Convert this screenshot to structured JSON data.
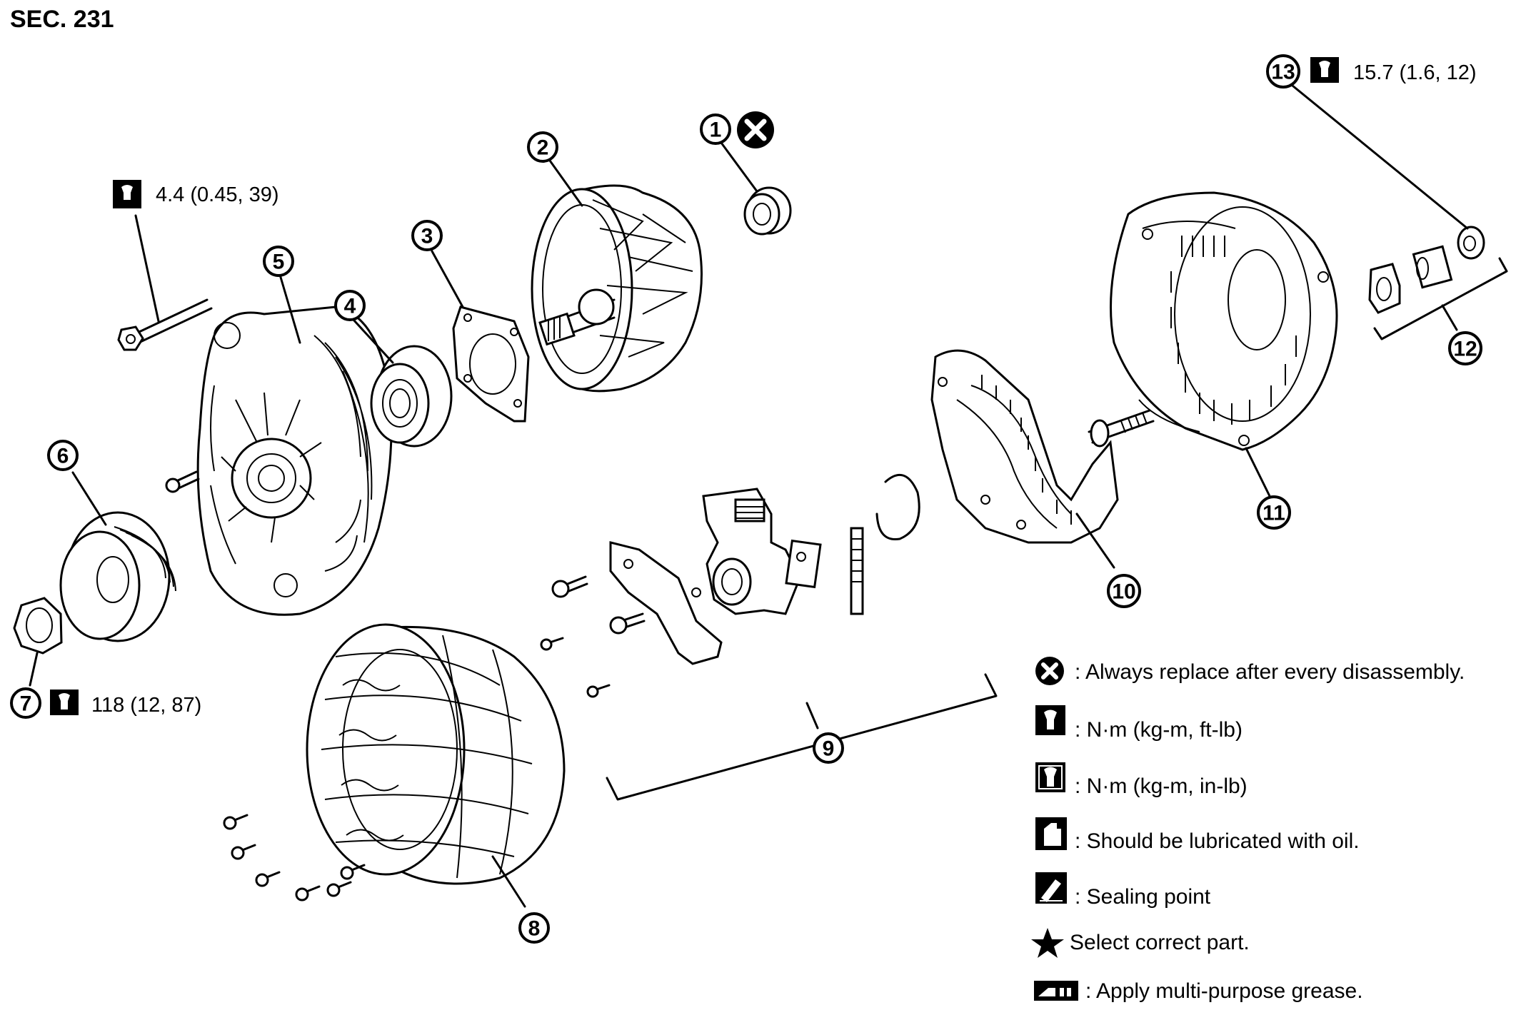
{
  "section_label": "SEC. 231",
  "torques": {
    "bolt_4_4": "4.4 (0.45, 39)",
    "nut_7": "118 (12, 87)",
    "nut_13": "15.7 (1.6, 12)"
  },
  "callouts": [
    "1",
    "2",
    "3",
    "4",
    "5",
    "6",
    "7",
    "8",
    "9",
    "10",
    "11",
    "12",
    "13"
  ],
  "legend": [
    {
      "icon": "replace-x-icon",
      "text": ": Always replace after every disassembly."
    },
    {
      "icon": "torque-nm-ftlb-icon",
      "text": ": N·m (kg-m, ft-lb)"
    },
    {
      "icon": "torque-nm-inlb-icon",
      "text": ": N·m (kg-m, in-lb)"
    },
    {
      "icon": "oil-can-icon",
      "text": ": Should be lubricated with oil."
    },
    {
      "icon": "sealing-point-icon",
      "text": ": Sealing point"
    },
    {
      "icon": "star-icon",
      "text": "Select correct part."
    },
    {
      "icon": "grease-icon",
      "text": ": Apply multi-purpose grease."
    }
  ]
}
